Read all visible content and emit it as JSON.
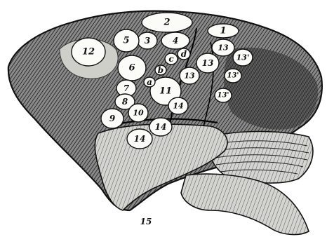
{
  "figure": {
    "subject": "Lateral view of a monkey brain with numbered cortical areas (engraving)",
    "colors": {
      "ink": "#111111",
      "paper": "#ffffff",
      "mid_tone": "#7a7a7a",
      "highlight": "#fbfbf7"
    }
  },
  "labels": {
    "r1": "1",
    "r2": "2",
    "r3": "3",
    "r4": "4",
    "r5": "5",
    "r6": "6",
    "r7": "7",
    "r8": "8",
    "r9": "9",
    "r10": "10",
    "r11": "11",
    "r12": "12",
    "r13a": "13",
    "r13b": "13",
    "r13c": "13",
    "r13d": "13'",
    "r13e": "13'",
    "r13f": "13'",
    "r14a": "14",
    "r14b": "14",
    "r14c": "14",
    "r15": "15",
    "ra": "a",
    "rb": "b",
    "rc": "c",
    "rd": "d"
  }
}
